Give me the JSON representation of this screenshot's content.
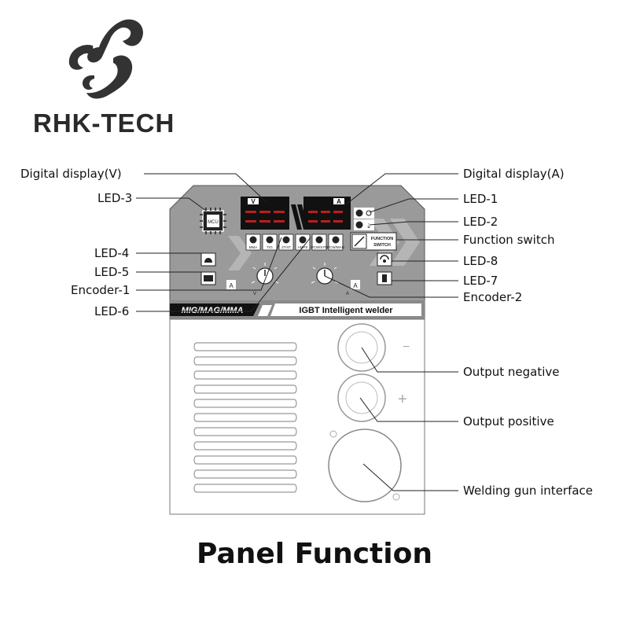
{
  "brand": {
    "name": "RHK-TECH"
  },
  "panel_labels": {
    "display_v_letter": "V",
    "display_a_letter": "A",
    "mcu": "MCU",
    "function_switch_l1": "FUNCTION",
    "function_switch_l2": "SWITCH",
    "mode_banner": "MIG/MAG/MMA",
    "model_banner": "IGBT Intelligent welder",
    "button_labels": [
      "MMA",
      "TIG",
      "2T/4T",
      "AMPS",
      "PCW/SYN",
      "PCW/MAN"
    ],
    "minus_sign": "−",
    "plus_sign": "+"
  },
  "callouts_left": [
    {
      "id": "digital-display-v",
      "label": "Digital display(V)"
    },
    {
      "id": "led-3",
      "label": "LED-3"
    },
    {
      "id": "led-4",
      "label": "LED-4"
    },
    {
      "id": "led-5",
      "label": "LED-5"
    },
    {
      "id": "encoder-1",
      "label": "Encoder-1"
    },
    {
      "id": "led-6",
      "label": "LED-6"
    }
  ],
  "callouts_right": [
    {
      "id": "digital-display-a",
      "label": "Digital display(A)"
    },
    {
      "id": "led-1",
      "label": "LED-1"
    },
    {
      "id": "led-2",
      "label": "LED-2"
    },
    {
      "id": "function-switch",
      "label": "Function switch"
    },
    {
      "id": "led-8",
      "label": "LED-8"
    },
    {
      "id": "led-7",
      "label": "LED-7"
    },
    {
      "id": "encoder-2",
      "label": "Encoder-2"
    },
    {
      "id": "output-negative",
      "label": "Output negative"
    },
    {
      "id": "output-positive",
      "label": "Output positive"
    },
    {
      "id": "welding-gun-interface",
      "label": "Welding gun interface"
    }
  ],
  "caption": "Panel Function",
  "colors": {
    "panel_gray": "#9a9a9a",
    "display_black": "#111111",
    "segment_red": "#b52020",
    "line": "#222222"
  }
}
